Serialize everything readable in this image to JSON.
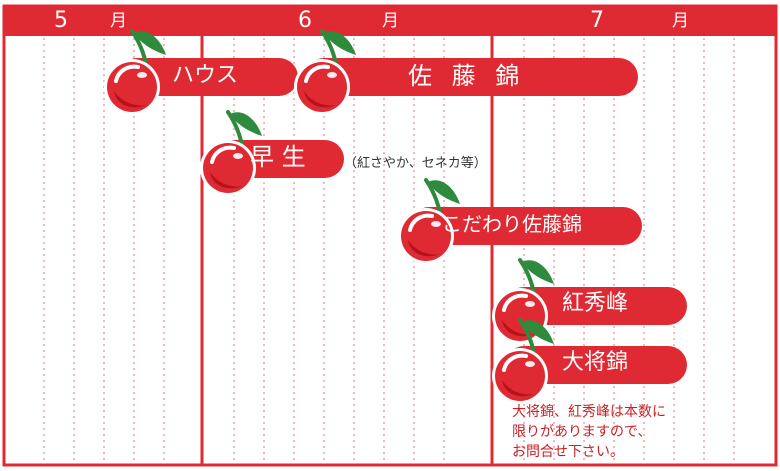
{
  "months": [
    {
      "num": "5",
      "char": "月"
    },
    {
      "num": "6",
      "char": "月"
    },
    {
      "num": "7",
      "char": "月"
    }
  ],
  "varieties": [
    {
      "name": "ハウス"
    },
    {
      "name": "佐 藤 錦"
    },
    {
      "name": "早 生",
      "note": "（紅さやか、セネカ等）"
    },
    {
      "name": "こだわり佐藤錦"
    },
    {
      "name": "紅秀峰"
    },
    {
      "name": "大将錦"
    }
  ],
  "footnote": {
    "lines": [
      "大将錦、紅秀峰は本数に",
      "限りがありますので、",
      "お問合せ下さい。"
    ]
  },
  "colors": {
    "accent": "#e02a33",
    "cherry_body": "#e02a33",
    "cherry_shadow": "#b5121b",
    "leaf": "#2e8b3e",
    "stem": "#2e8b3e",
    "grid_dots": "#f2b8bb",
    "text_note": "#cc2026"
  }
}
